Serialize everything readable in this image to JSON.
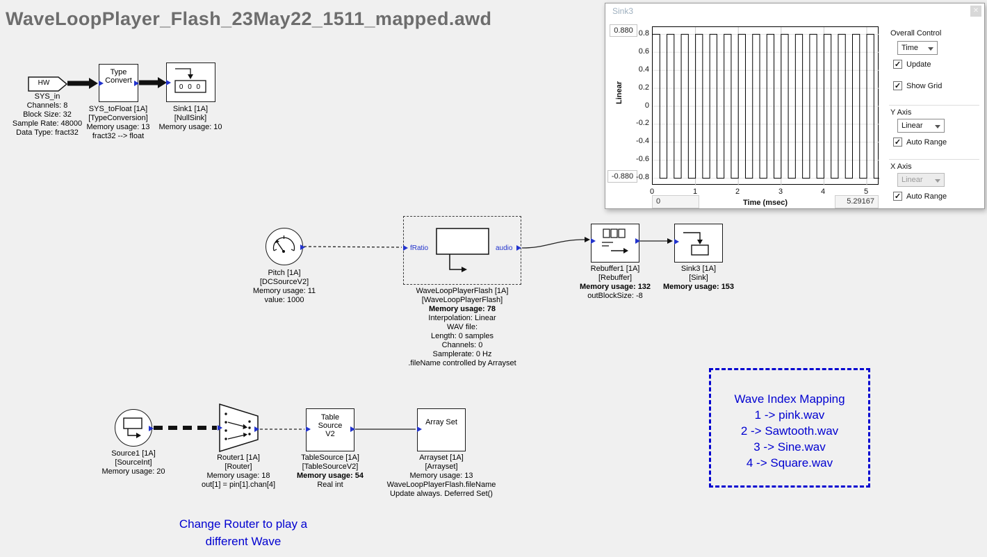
{
  "title": "WaveLoopPlayer_Flash_23May22_1511_mapped.awd",
  "colors": {
    "annotation_blue": "#0000d0",
    "pin_blue": "#2233cc",
    "title_gray": "#6d6d6d",
    "background": "#f0f0f0"
  },
  "canvas": {
    "sys_in": {
      "icon": "HW",
      "captions": [
        "SYS_in",
        "Channels: 8",
        "Block Size: 32",
        "Sample Rate: 48000",
        "Data Type: fract32"
      ]
    },
    "type_convert": {
      "icon": "Type\nConvert",
      "captions": [
        "SYS_toFloat [1A]",
        "[TypeConversion]",
        "Memory usage: 13",
        "fract32 --> float"
      ]
    },
    "sink1": {
      "digits": "0 0 0",
      "captions": [
        "Sink1 [1A]",
        "[NullSink]",
        "Memory usage: 10"
      ]
    },
    "pitch": {
      "captions": [
        "Pitch [1A]",
        "[DCSourceV2]",
        "Memory usage: 11",
        "value: 1000"
      ]
    },
    "wlp": {
      "pin_in": "fRatio",
      "pin_out": "audio",
      "captions": [
        "WaveLoopPlayerFlash [1A]",
        "[WaveLoopPlayerFlash]",
        "Memory usage: 78",
        "Interpolation: Linear",
        "WAV file:",
        "Length: 0 samples",
        "Channels: 0",
        "Samplerate: 0 Hz",
        ".fileName controlled by Arrayset"
      ]
    },
    "rebuffer": {
      "captions": [
        "Rebuffer1 [1A]",
        "[Rebuffer]",
        "Memory usage: 132",
        "outBlockSize: -8"
      ]
    },
    "sink3_block": {
      "captions": [
        "Sink3 [1A]",
        "[Sink]",
        "Memory usage: 153"
      ]
    },
    "source1": {
      "captions": [
        "Source1 [1A]",
        "[SourceInt]",
        "Memory usage: 20"
      ]
    },
    "router1": {
      "captions": [
        "Router1 [1A]",
        "[Router]",
        "Memory usage: 18",
        "out[1] = pin[1].chan[4]"
      ]
    },
    "table_source": {
      "icon": "Table\nSource\nV2",
      "captions": [
        "TableSource [1A]",
        "[TableSourceV2]",
        "Memory usage: 54",
        "Real int"
      ]
    },
    "array_set": {
      "icon": "Array Set",
      "captions": [
        "Arrayset [1A]",
        "[Arrayset]",
        "Memory usage: 13",
        "WaveLoopPlayerFlash.fileName",
        "Update always. Deferred Set()"
      ]
    },
    "wave_mapping": {
      "lines": [
        "Wave Index Mapping",
        "1 -> pink.wav",
        "2 -> Sawtooth.wav",
        "3 -> Sine.wav",
        "4 -> Square.wav"
      ]
    },
    "router_note": {
      "lines": [
        "Change Router to play a",
        "different Wave"
      ]
    }
  },
  "scope": {
    "window_title": "Sink3",
    "close_glyph": "✕",
    "check_glyph": "✓",
    "y_max_box": "0.880",
    "y_min_box": "-0.880",
    "y_axis_label": "Linear",
    "x_axis_label": "Time (msec)",
    "y_ticks": [
      "0.8",
      "0.6",
      "0.4",
      "0.2",
      "0",
      "-0.2",
      "-0.4",
      "-0.6",
      "-0.8"
    ],
    "x_ticks": [
      "0",
      "1",
      "2",
      "3",
      "4",
      "5"
    ],
    "x_start_box": "0",
    "x_end_box": "5.29167",
    "controls": {
      "overall_label": "Overall Control",
      "domain_select": "Time",
      "update_label": "Update",
      "show_grid_label": "Show Grid",
      "y_axis_section": "Y Axis",
      "y_scale_select": "Linear",
      "y_autorange_label": "Auto Range",
      "x_axis_section": "X Axis",
      "x_scale_select": "Linear",
      "x_autorange_label": "Auto Range"
    },
    "chart_data": {
      "type": "line",
      "waveform": "square",
      "title": "Sink3",
      "xlabel": "Time (msec)",
      "ylabel": "Linear",
      "amplitude": 0.8,
      "period_ms": 0.33333,
      "t_start_ms": 0,
      "t_end_ms": 5.29167,
      "start_high": true,
      "ylim": [
        -0.88,
        0.88
      ],
      "x_tick_values": [
        0,
        1,
        2,
        3,
        4,
        5
      ],
      "y_tick_values": [
        0.8,
        0.6,
        0.4,
        0.2,
        0,
        -0.2,
        -0.4,
        -0.6,
        -0.8
      ],
      "grid": true
    }
  }
}
